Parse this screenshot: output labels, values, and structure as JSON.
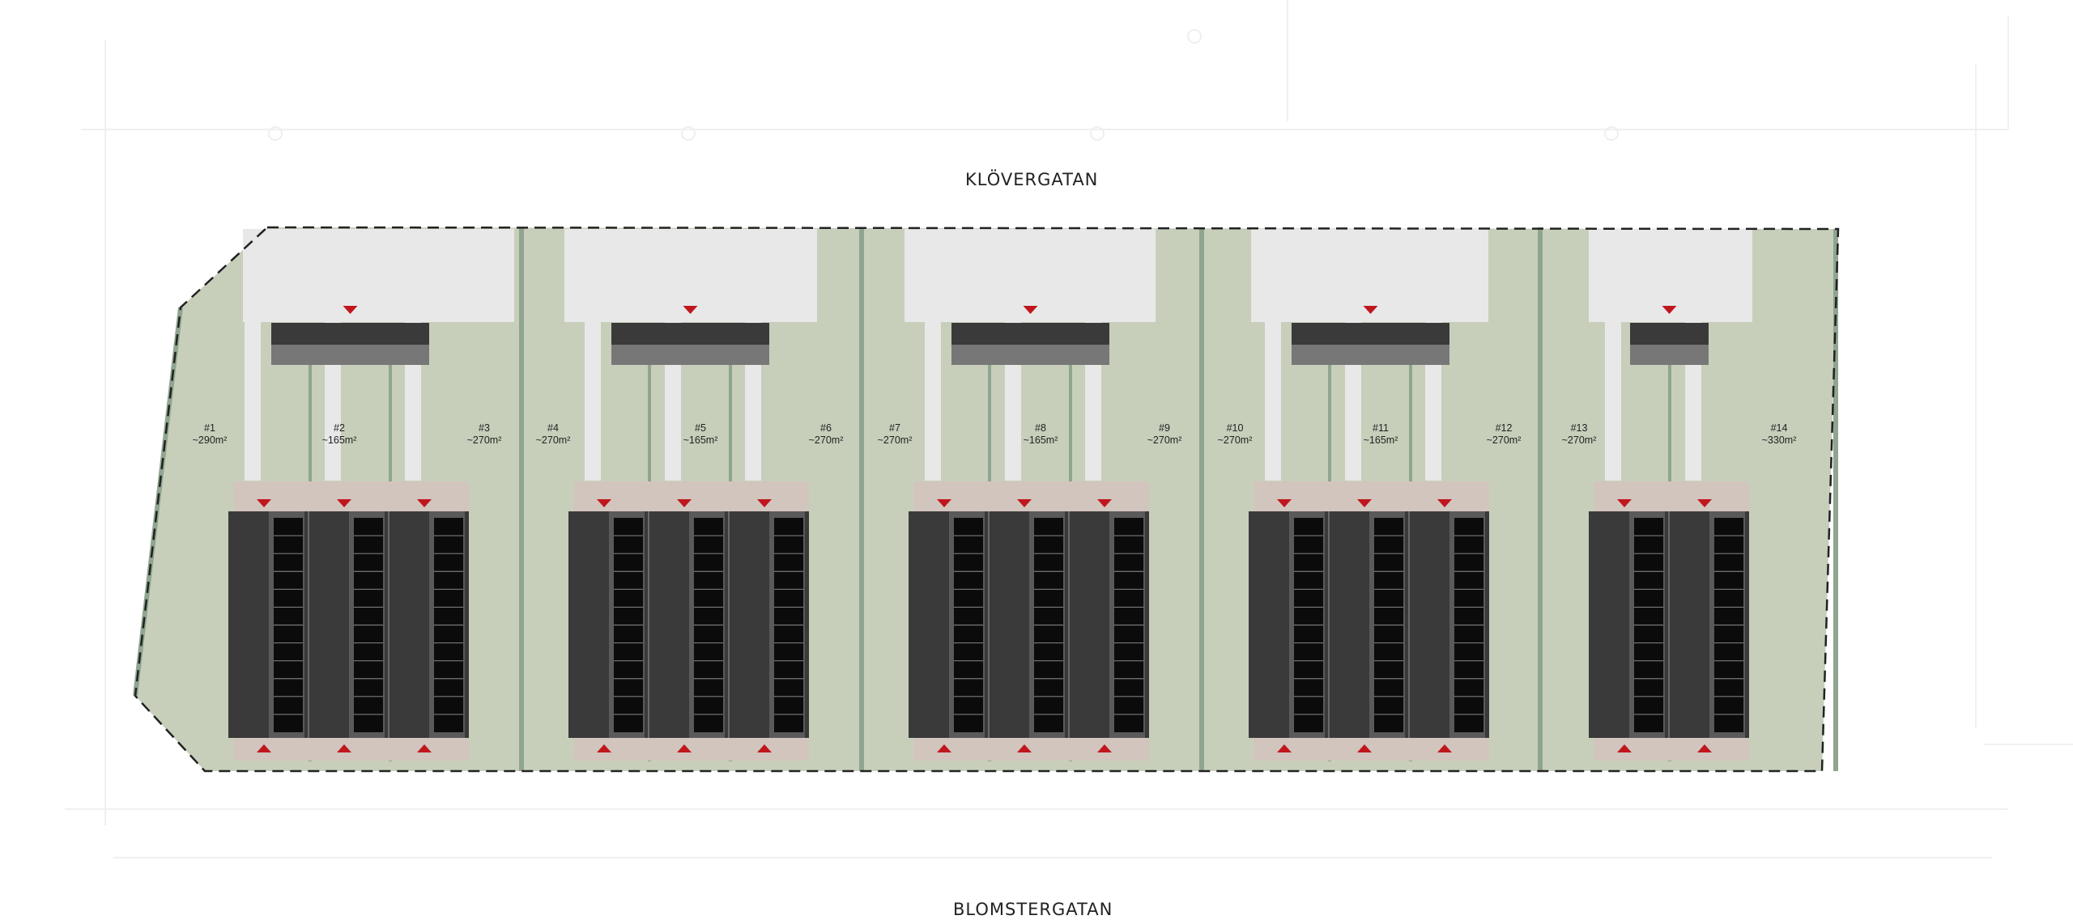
{
  "streets": {
    "north": "KLÖVERGATAN",
    "south": "BLOMSTERGATAN"
  },
  "colors": {
    "garden": "#c7cfbb",
    "lot_divider": "#8fa58f",
    "parking": "#e8e8e8",
    "house_dark": "#3a3a3a",
    "house_mid": "#5a5a5a",
    "carport_dark": "#3a3a3a",
    "carport_light": "#777777",
    "entry_strip": "#d2c5be",
    "marker": "#c0161d",
    "solar_panel": "#0b0b0b",
    "boundary": "#222222"
  },
  "plots": [
    {
      "number": "#1",
      "area": "~290m²"
    },
    {
      "number": "#2",
      "area": "~165m²"
    },
    {
      "number": "#3",
      "area": "~270m²"
    },
    {
      "number": "#4",
      "area": "~270m²"
    },
    {
      "number": "#5",
      "area": "~165m²"
    },
    {
      "number": "#6",
      "area": "~270m²"
    },
    {
      "number": "#7",
      "area": "~270m²"
    },
    {
      "number": "#8",
      "area": "~165m²"
    },
    {
      "number": "#9",
      "area": "~270m²"
    },
    {
      "number": "#10",
      "area": "~270m²"
    },
    {
      "number": "#11",
      "area": "~165m²"
    },
    {
      "number": "#12",
      "area": "~270m²"
    },
    {
      "number": "#13",
      "area": "~270m²"
    },
    {
      "number": "#14",
      "area": "~330m²"
    }
  ],
  "blocks": [
    {
      "units": 3
    },
    {
      "units": 3
    },
    {
      "units": 3
    },
    {
      "units": 3
    },
    {
      "units": 2
    }
  ]
}
